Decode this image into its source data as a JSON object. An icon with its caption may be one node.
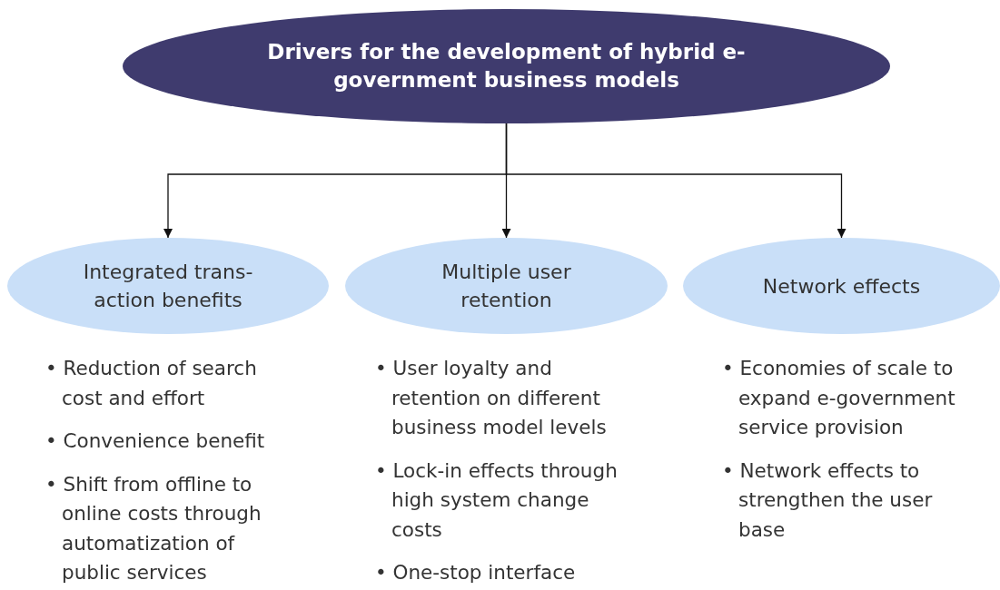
{
  "diagram": {
    "nodes": [
      {
        "text": [
          "Drivers for the development of hybrid e-government business models"
        ]
      },
      {
        "text": [
          "Integrated trans-action benefits"
        ],
        "beside": [
          "• Reduction of search cost and effort",
          "• Convenience benefit",
          "• Shift from offline to online costs through automatization of public services"
        ]
      },
      {
        "text": [
          "Multiple user retention"
        ],
        "beside": [
          "• User loyalty and retention on different business model levels",
          "• Lock-in effects through high system change costs",
          "• One-stop interface"
        ]
      },
      {
        "text": [
          "Network effects"
        ],
        "beside": [
          "• Economies of scale to expand e-government service provision",
          "• Network effects to strengthen the user base"
        ]
      }
    ],
    "edges": [
      {
        "from": 0,
        "to": 1,
        "arrow": "to"
      },
      {
        "from": 0,
        "to": 2,
        "arrow": "to"
      },
      {
        "from": 0,
        "to": 3,
        "arrow": "to"
      }
    ]
  }
}
